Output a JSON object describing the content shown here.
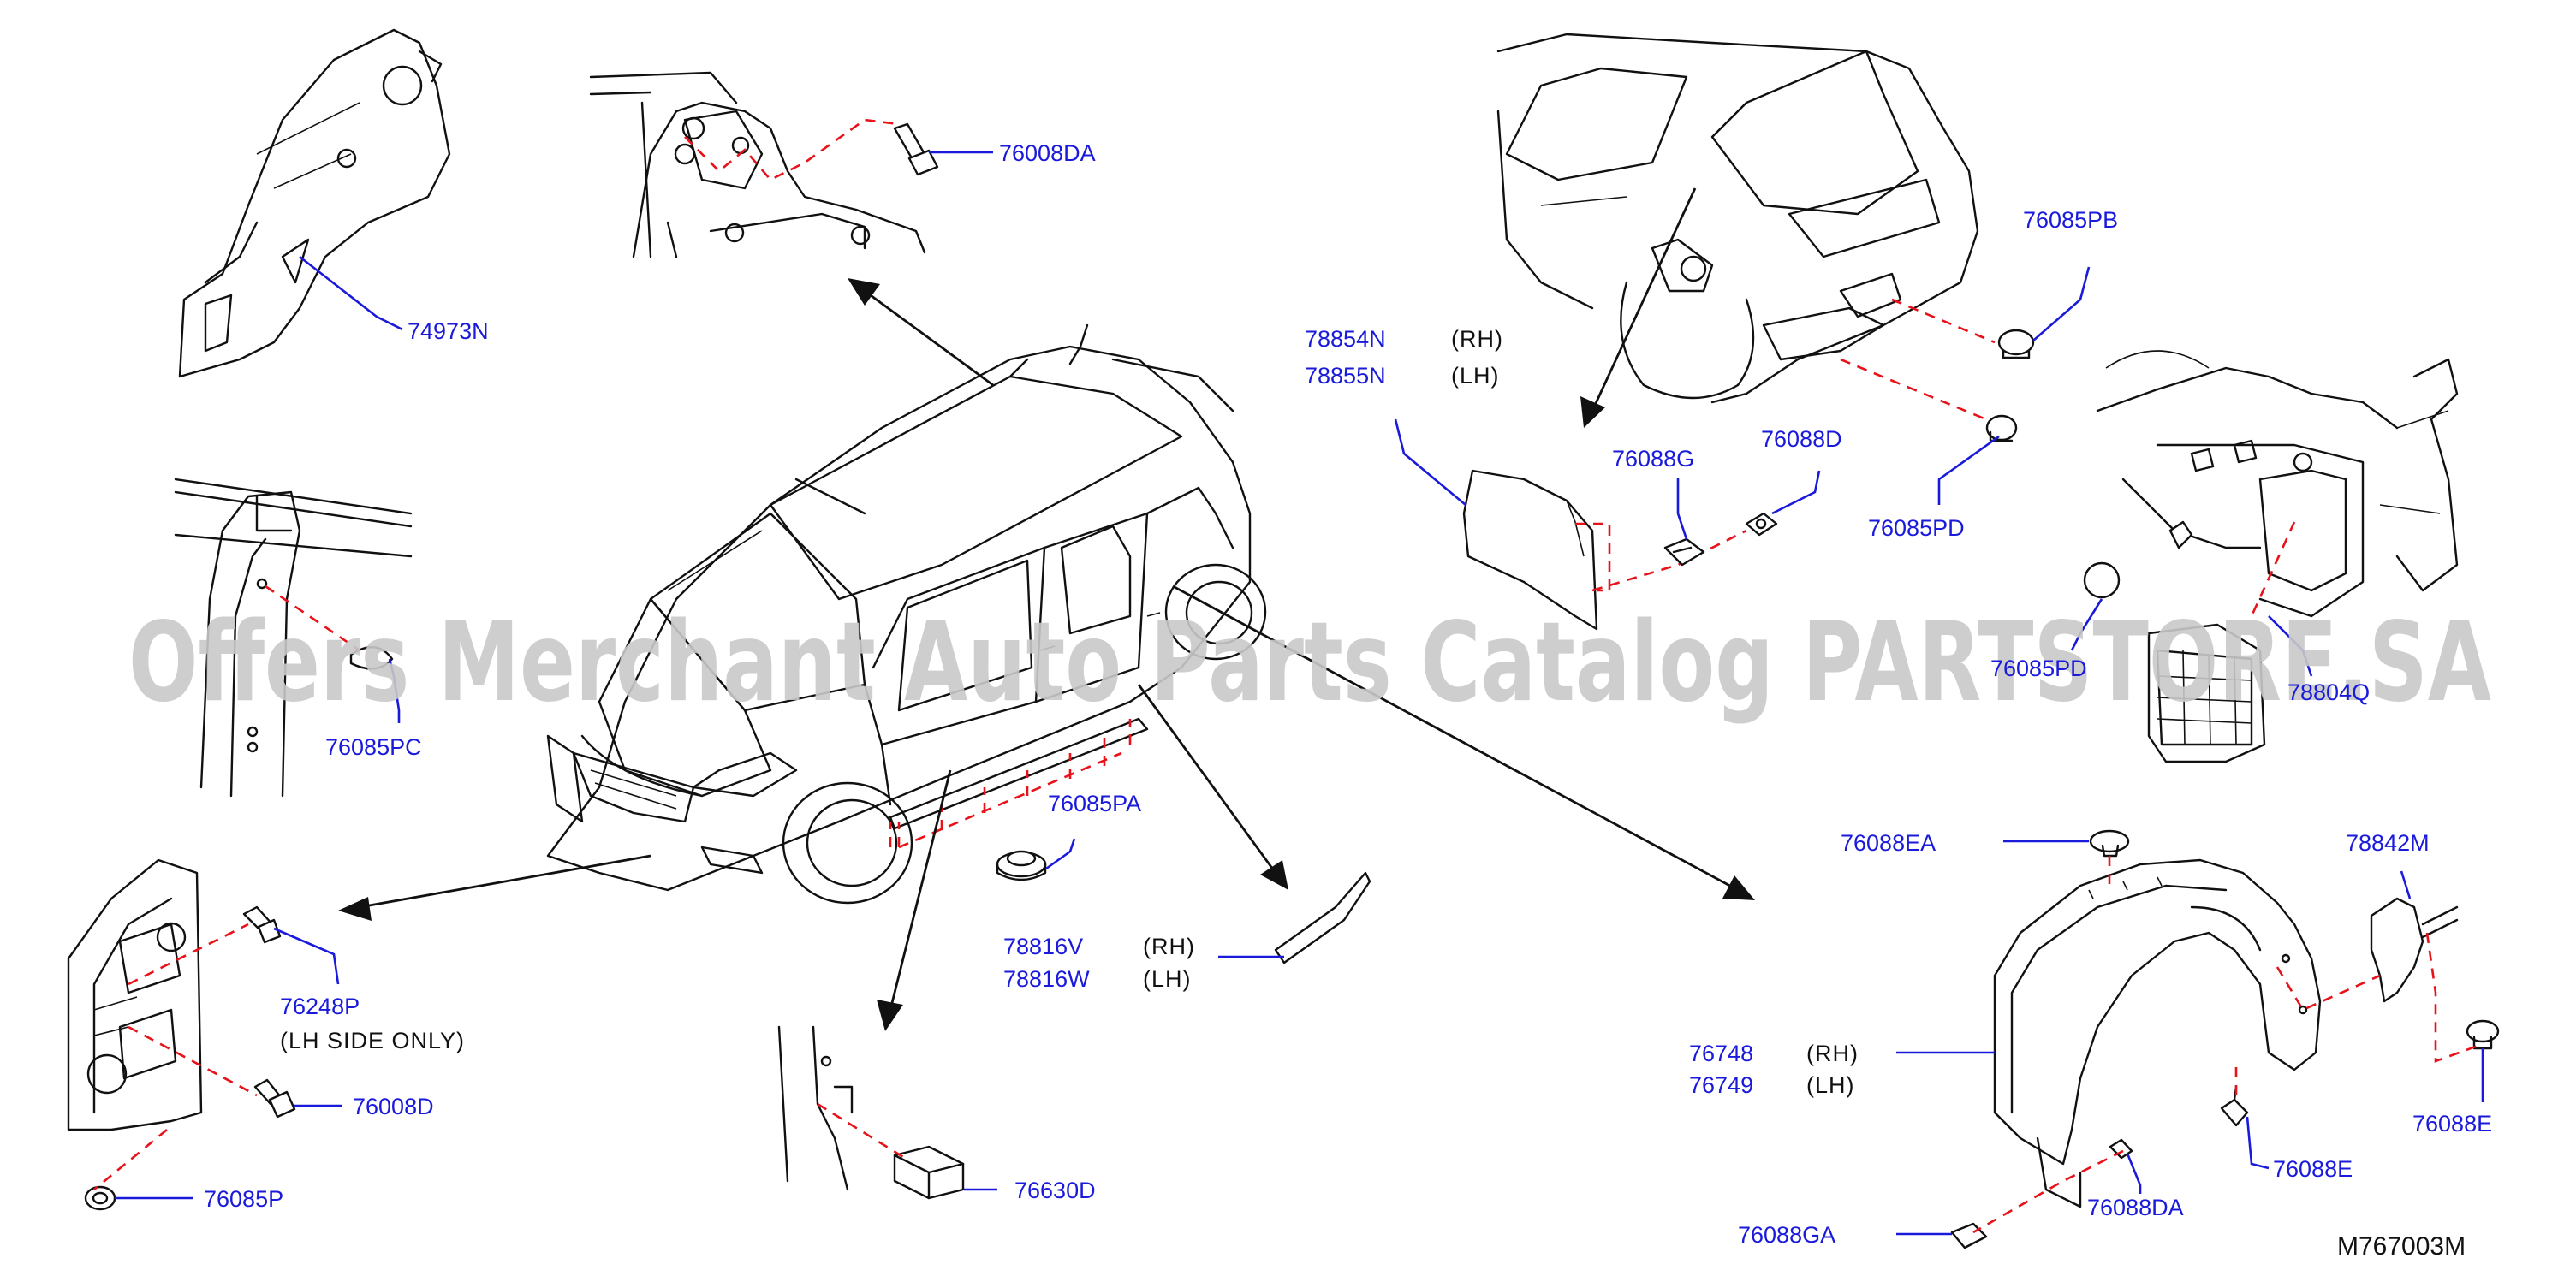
{
  "watermark": "Offers Merchant Auto Parts Catalog PARTSTORE.SA",
  "diagram_code": "M767003M",
  "callouts": {
    "p74973N": "74973N",
    "p76008DA": "76008DA",
    "p76085PC": "76085PC",
    "p76248P": "76248P",
    "p76248P_note": "(LH   SIDE   ONLY)",
    "p76008D": "76008D",
    "p76085P": "76085P",
    "p76630D": "76630D",
    "p76085PA": "76085PA",
    "p78816V": "78816V",
    "p78816V_side": "(RH)",
    "p78816W": "78816W",
    "p78816W_side": "(LH)",
    "p78854N": "78854N",
    "p78854N_side": "(RH)",
    "p78855N": "78855N",
    "p78855N_side": "(LH)",
    "p76088G": "76088G",
    "p76088D": "76088D",
    "p76085PB": "76085PB",
    "p76085PD": "76085PD",
    "p76085PD_b": "76085PD",
    "p78804Q": "78804Q",
    "p76088EA": "76088EA",
    "p78842M": "78842M",
    "p76748": "76748",
    "p76748_side": "(RH)",
    "p76749": "76749",
    "p76749_side": "(LH)",
    "p76088E": "76088E",
    "p76088E_b": "76088E",
    "p76088DA": "76088DA",
    "p76088GA": "76088GA"
  },
  "colors": {
    "callout_text": "#1a1adb",
    "leader_line": "#1a1adb",
    "dashed_guide": "#e8121b",
    "linework": "#111111",
    "watermark": "#c9c9c9"
  }
}
